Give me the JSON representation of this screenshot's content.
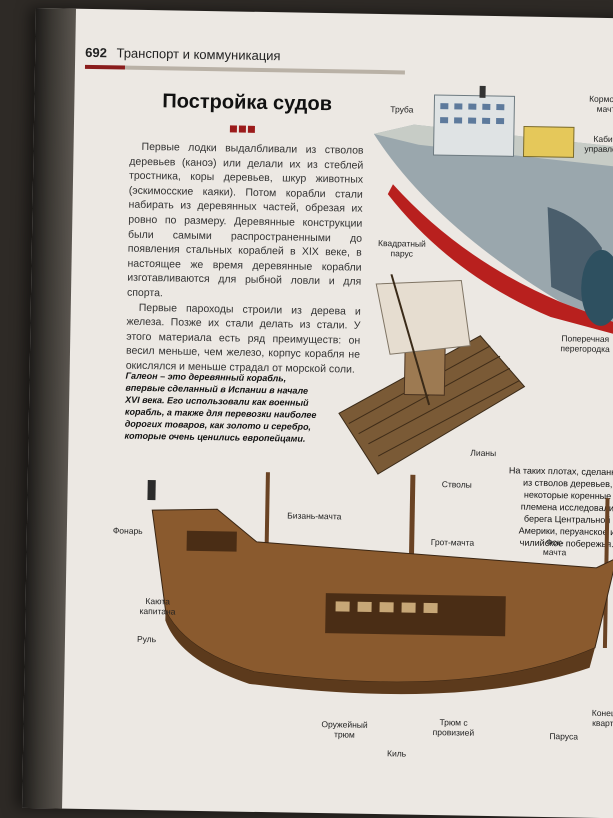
{
  "header": {
    "page_number": "692",
    "section": "Транспорт и коммуникация"
  },
  "title": "Постройка судов",
  "paragraphs": [
    "Первые лодки выдалбливали из стволов деревьев (каноэ) или делали их из стеблей тростника, коры деревьев, шкур животных (эскимосские каяки). Потом корабли стали набирать из деревянных частей, обрезая их ровно по размеру. Деревянные конструкции были самыми распространенными до появления стальных кораблей в XIX веке, в настоящее же время деревянные корабли изготавливаются для рыбной ловли и для спорта.",
    "Первые пароходы строили из дерева и железа. Позже их стали делать из стали. У этого материала есть ряд преимуществ: он весил меньше, чем железо, корпус корабля не окислялся и меньше страдал от морской соли."
  ],
  "captions": {
    "galleon": "Галеон – это деревянный корабль, впервые сделанный в Испании в начале XVI века. Его использовали как военный корабль, а также для перевозки наиболее дорогих товаров, как золото и серебро, которые очень ценились европейцами.",
    "raft": "На таких плотах, сделанных из стволов деревьев, некоторые коренные племена исследовали берега Центральной Америки, перуанское и чилийское побережья."
  },
  "labels": {
    "truba": "Труба",
    "kormovaya_machta": "Кормовая мачта",
    "kabina": "Кабина управления",
    "poperechnaya": "Поперечная перегородка",
    "kvadratny_parus": "Квадратный парус",
    "liany": "Лианы",
    "stvoly": "Стволы",
    "fonar": "Фонарь",
    "bizan": "Бизань-мачта",
    "grot": "Грот-мачта",
    "fok": "Фок-мачта",
    "kauta": "Каюта капитана",
    "rul": "Руль",
    "oruzheyny": "Оружейный трюм",
    "kil": "Киль",
    "trum": "Трюм с провизией",
    "parusa": "Паруса",
    "konchik": "Конец кварт."
  },
  "colors": {
    "accent_red": "#8a1d1d",
    "hull_red": "#b8201e",
    "hull_grey": "#9aa7ad",
    "wood": "#8a5a2e"
  }
}
